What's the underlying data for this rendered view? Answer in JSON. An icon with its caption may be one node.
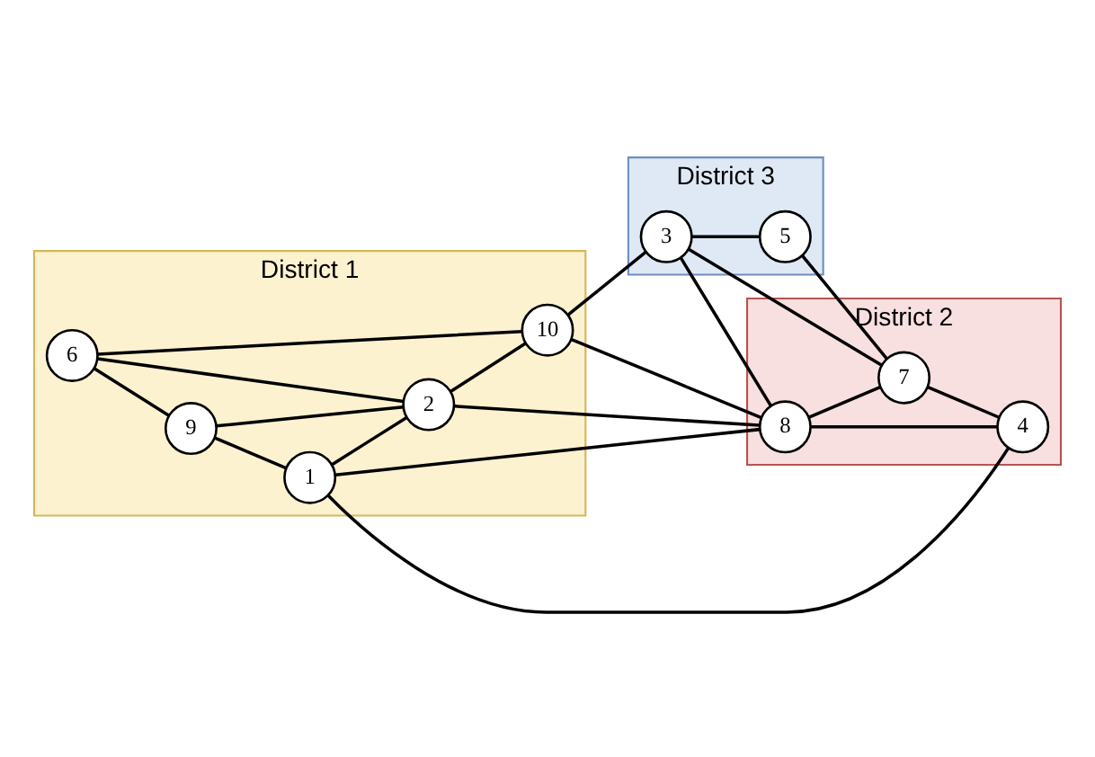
{
  "diagram": {
    "nodes": [
      {
        "text": [
          "District 1"
        ]
      },
      {
        "text": [
          "6"
        ],
        "in": 0
      },
      {
        "text": [
          "10"
        ],
        "in": 0
      },
      {
        "text": [
          "9"
        ],
        "in": 0
      },
      {
        "text": [
          "2"
        ],
        "in": 0
      },
      {
        "text": [
          "1"
        ],
        "in": 0
      },
      {
        "text": [
          "District 3"
        ]
      },
      {
        "text": [
          "3"
        ],
        "in": 6
      },
      {
        "text": [
          "5"
        ],
        "in": 6
      },
      {
        "text": [
          "District 2"
        ]
      },
      {
        "text": [
          "8"
        ],
        "in": 9
      },
      {
        "text": [
          "7"
        ],
        "in": 9
      },
      {
        "text": [
          "4"
        ],
        "in": 9
      }
    ],
    "edges": [
      {
        "from": 1,
        "to": 2,
        "arrow": "none"
      },
      {
        "from": 1,
        "to": 3,
        "arrow": "none"
      },
      {
        "from": 1,
        "to": 4,
        "arrow": "none"
      },
      {
        "from": 3,
        "to": 4,
        "arrow": "none"
      },
      {
        "from": 3,
        "to": 5,
        "arrow": "none"
      },
      {
        "from": 5,
        "to": 4,
        "arrow": "none"
      },
      {
        "from": 4,
        "to": 2,
        "arrow": "none"
      },
      {
        "from": 2,
        "to": 7,
        "arrow": "none"
      },
      {
        "from": 2,
        "to": 10,
        "arrow": "none"
      },
      {
        "from": 4,
        "to": 10,
        "arrow": "none"
      },
      {
        "from": 5,
        "to": 10,
        "arrow": "none"
      },
      {
        "from": 5,
        "to": 12,
        "arrow": "none"
      },
      {
        "from": 7,
        "to": 8,
        "arrow": "none"
      },
      {
        "from": 7,
        "to": 10,
        "arrow": "none"
      },
      {
        "from": 7,
        "to": 11,
        "arrow": "none"
      },
      {
        "from": 8,
        "to": 11,
        "arrow": "none"
      },
      {
        "from": 10,
        "to": 11,
        "arrow": "none"
      },
      {
        "from": 10,
        "to": 12,
        "arrow": "none"
      },
      {
        "from": 11,
        "to": 12,
        "arrow": "none"
      }
    ]
  }
}
